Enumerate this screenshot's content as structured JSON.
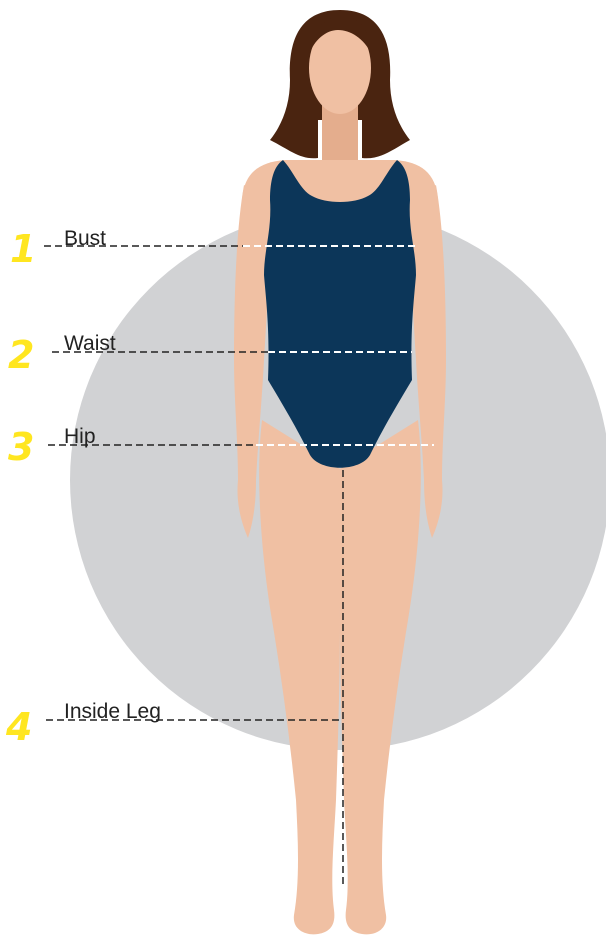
{
  "colors": {
    "background": "#ffffff",
    "circle": "#d1d2d4",
    "skin": "#f0c0a3",
    "skin_shadow": "#e4ad8d",
    "hair": "#4a2410",
    "swimsuit": "#0c3659",
    "number": "#ffe620",
    "label": "#222222",
    "dash_dark": "#222222",
    "dash_light": "#ffffff"
  },
  "measurements": [
    {
      "number": "1",
      "label": "Bust",
      "icon": "number-one-icon"
    },
    {
      "number": "2",
      "label": "Waist",
      "icon": "number-two-icon"
    },
    {
      "number": "3",
      "label": "Hip",
      "icon": "number-three-icon"
    },
    {
      "number": "4",
      "label": "Inside Leg",
      "icon": "number-four-icon"
    }
  ]
}
